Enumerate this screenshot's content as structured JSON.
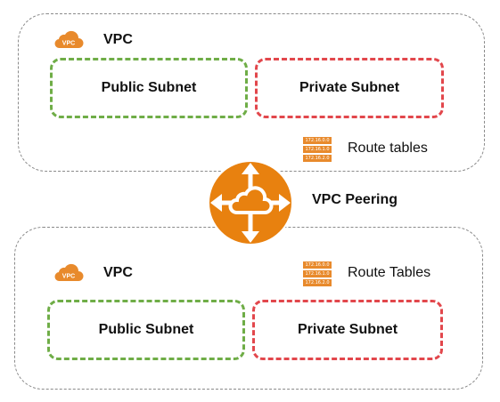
{
  "colors": {
    "public_border": "#6fad47",
    "private_border": "#e2474c",
    "accent_orange": "#e88a2c",
    "vpc_border": "#8a8a8a"
  },
  "top_vpc": {
    "icon": "vpc-cloud-icon",
    "icon_text": "VPC",
    "label": "VPC",
    "public_subnet": "Public Subnet",
    "private_subnet": "Private Subnet",
    "route_icon": "route-table-icon",
    "route_entries": [
      "172.16.0.0",
      "172.16.1.0",
      "172.16.2.0"
    ],
    "route_label": "Route tables"
  },
  "peering": {
    "icon": "vpc-peering-icon",
    "label": "VPC Peering"
  },
  "bottom_vpc": {
    "icon": "vpc-cloud-icon",
    "icon_text": "VPC",
    "label": "VPC",
    "public_subnet": "Public Subnet",
    "private_subnet": "Private Subnet",
    "route_icon": "route-table-icon",
    "route_entries": [
      "172.16.0.0",
      "172.16.1.0",
      "172.16.2.0"
    ],
    "route_label": "Route Tables"
  }
}
